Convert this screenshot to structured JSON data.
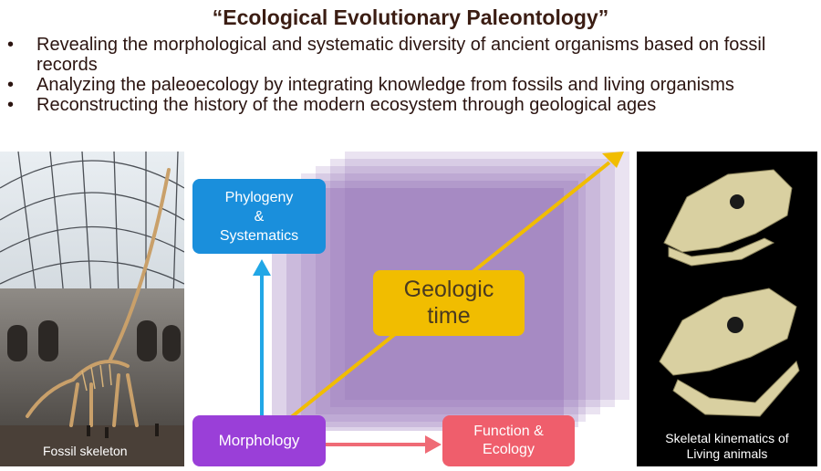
{
  "title": "“Ecological Evolutionary Paleontology”",
  "bullets": [
    "Revealing the morphological and systematic diversity of ancient organisms based on fossil records",
    "Analyzing the paleoecology by integrating knowledge from fossils and living organisms",
    "Reconstructing the history of the modern ecosystem through geological ages"
  ],
  "bullet_symbol": "•",
  "left_photo": {
    "caption": "Fossil skeleton"
  },
  "right_photo": {
    "caption_line1": "Skeletal kinematics of",
    "caption_line2": "Living animals"
  },
  "diagram": {
    "phylogeny_line1": "Phylogeny",
    "phylogeny_line2": "&",
    "phylogeny_line3": "Systematics",
    "geologic_line1": "Geologic",
    "geologic_line2": "time",
    "morphology": "Morphology",
    "function_line1": "Function &",
    "function_line2": "Ecology"
  },
  "colors": {
    "title": "#3b1d13",
    "phylogeny_box": "#1a8fdc",
    "geologic_box": "#f1bd00",
    "morphology_box": "#9a3fd8",
    "function_box": "#ef5e6c",
    "time_planes": "#8a62b0"
  }
}
